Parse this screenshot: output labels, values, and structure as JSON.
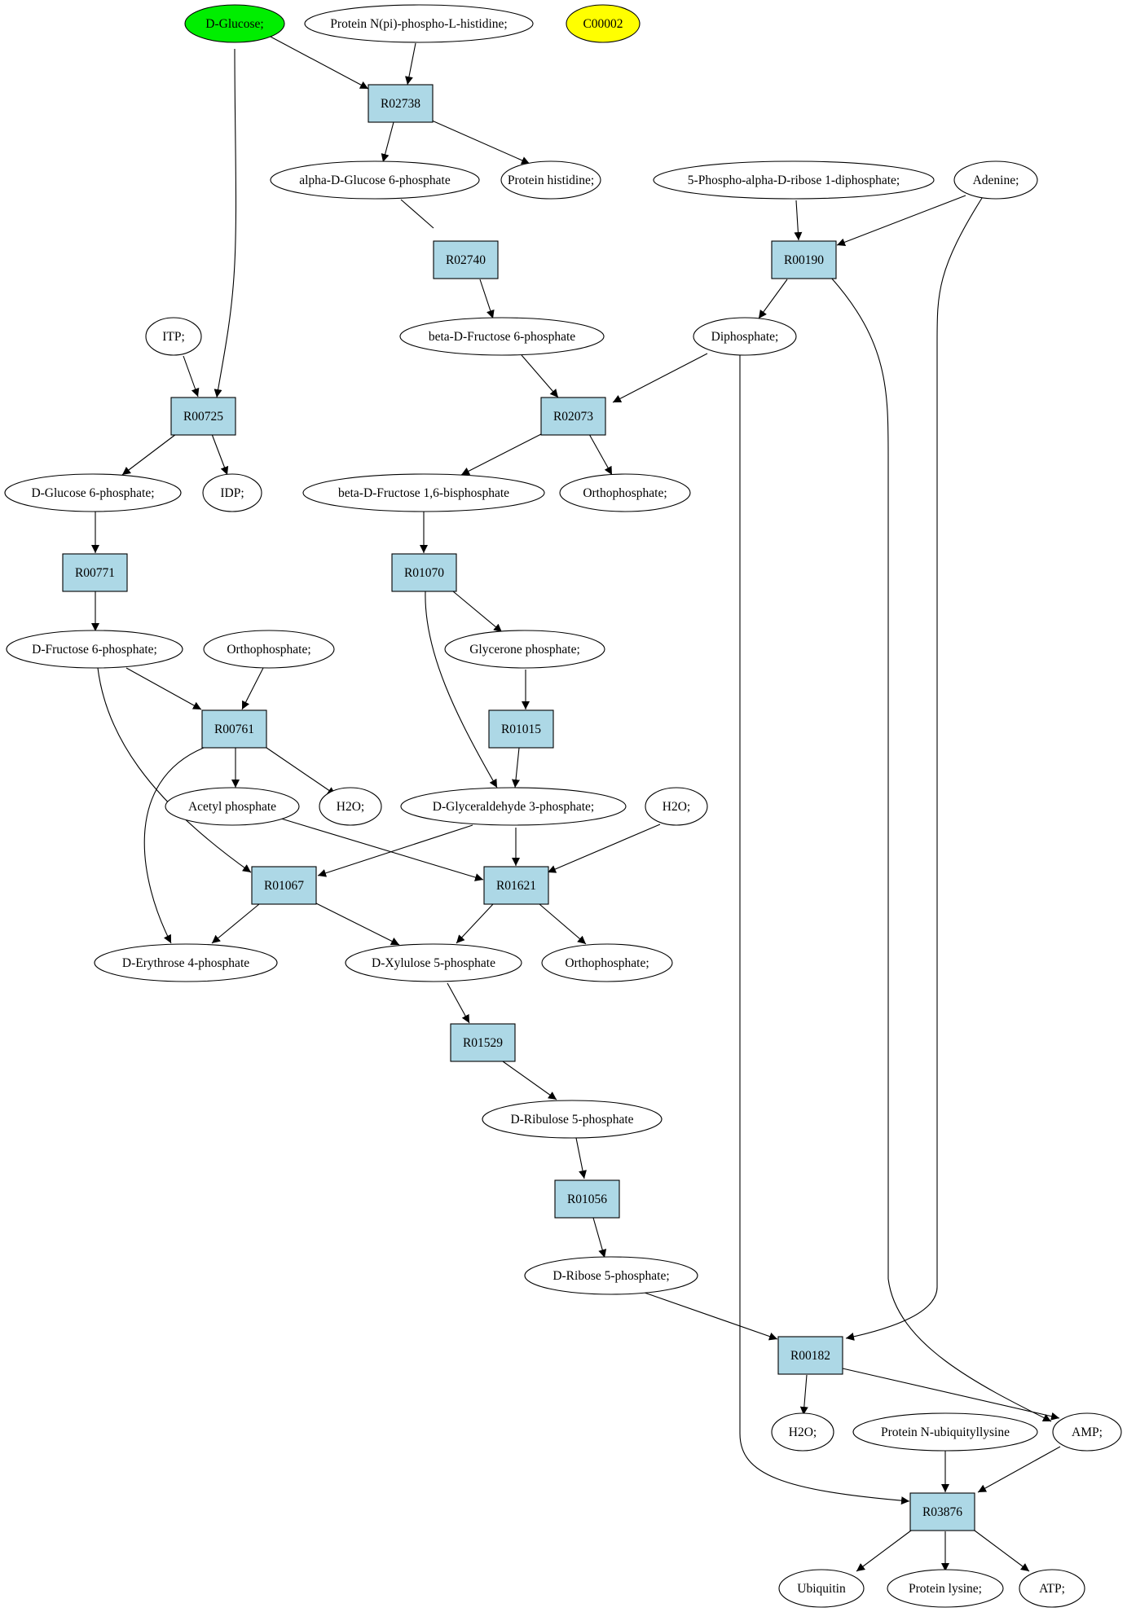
{
  "colors": {
    "reaction_fill": "#add8e6",
    "compound_fill": "#ffffff",
    "start_compound_fill": "#00ee00",
    "highlight_compound_fill": "#ffff00",
    "stroke": "#000000"
  },
  "compounds": {
    "d_glucose": "D-Glucose;",
    "protein_npi_phospho_histidine": "Protein N(pi)-phospho-L-histidine;",
    "c00002": "C00002",
    "alpha_d_glucose_6p": "alpha-D-Glucose 6-phosphate",
    "protein_histidine": "Protein histidine;",
    "prpp": "5-Phospho-alpha-D-ribose 1-diphosphate;",
    "adenine": "Adenine;",
    "itp": "ITP;",
    "beta_d_fructose_6p": "beta-D-Fructose 6-phosphate",
    "diphosphate": "Diphosphate;",
    "d_glucose_6p": "D-Glucose 6-phosphate;",
    "idp": "IDP;",
    "beta_d_fructose_16bp": "beta-D-Fructose 1,6-bisphosphate",
    "orthophosphate_1": "Orthophosphate;",
    "d_fructose_6p": "D-Fructose 6-phosphate;",
    "orthophosphate_2": "Orthophosphate;",
    "glycerone_phosphate": "Glycerone phosphate;",
    "acetyl_phosphate": "Acetyl phosphate",
    "h2o_1": "H2O;",
    "d_glyceraldehyde_3p": "D-Glyceraldehyde 3-phosphate;",
    "h2o_2": "H2O;",
    "d_erythrose_4p": "D-Erythrose 4-phosphate",
    "d_xylulose_5p": "D-Xylulose 5-phosphate",
    "orthophosphate_3": "Orthophosphate;",
    "d_ribulose_5p": "D-Ribulose 5-phosphate",
    "d_ribose_5p": "D-Ribose 5-phosphate;",
    "h2o_3": "H2O;",
    "protein_n_ubiquityllysine": "Protein N-ubiquityllysine",
    "amp": "AMP;",
    "ubiquitin": "Ubiquitin",
    "protein_lysine": "Protein lysine;",
    "atp": "ATP;"
  },
  "reactions": {
    "r02738": "R02738",
    "r02740": "R02740",
    "r00190": "R00190",
    "r00725": "R00725",
    "r02073": "R02073",
    "r00771": "R00771",
    "r01070": "R01070",
    "r00761": "R00761",
    "r01015": "R01015",
    "r01067": "R01067",
    "r01621": "R01621",
    "r01529": "R01529",
    "r01056": "R01056",
    "r00182": "R00182",
    "r03876": "R03876"
  }
}
